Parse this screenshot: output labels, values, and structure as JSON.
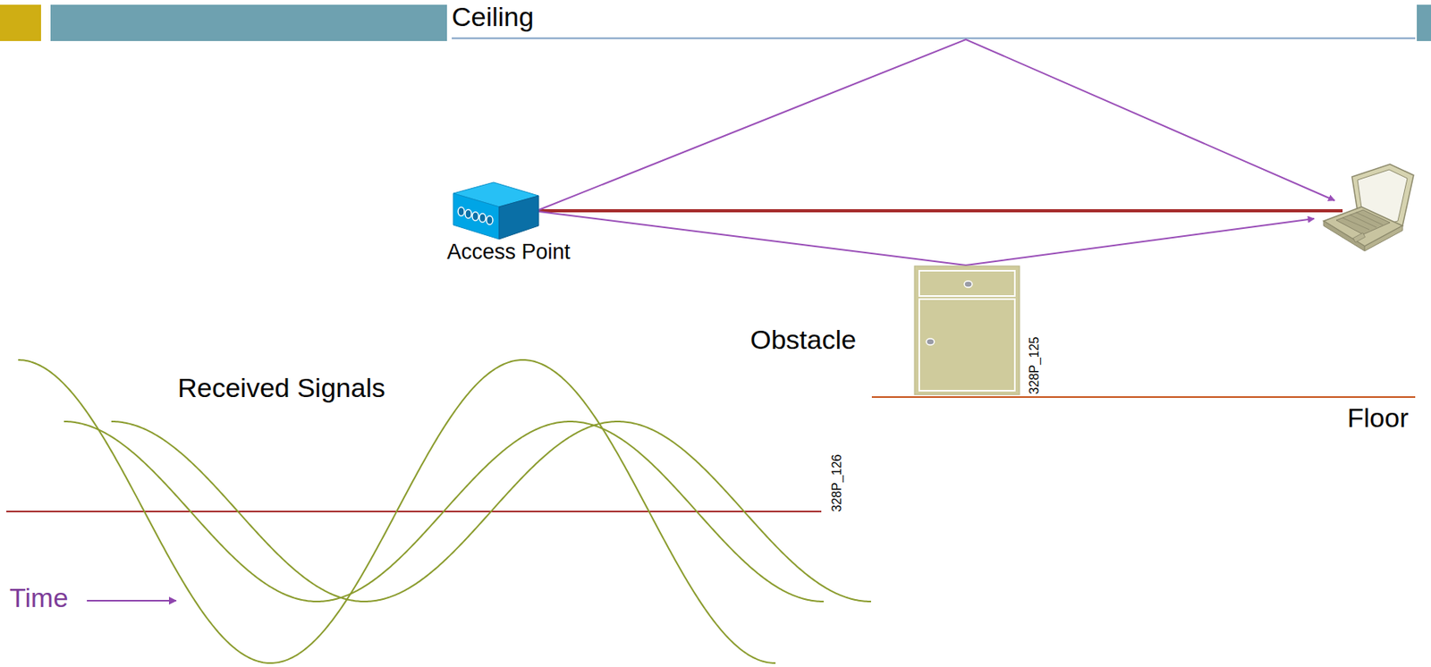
{
  "diagram": {
    "labels": [
      "Ceiling",
      "Access Point",
      "Obstacle",
      "328P_125",
      "Received Signals",
      "328P_126",
      "Floor",
      "Time"
    ]
  }
}
